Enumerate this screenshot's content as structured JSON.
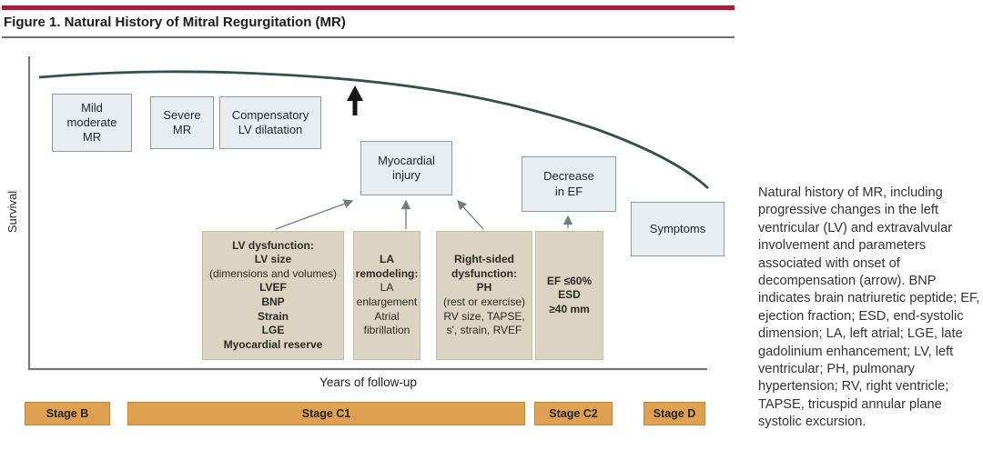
{
  "figure": {
    "title": "Figure 1. Natural History of Mitral Regurgitation (MR)",
    "accent_color": "#a32038",
    "curve_color": "#34504e",
    "stage_bar_color": "#e0a052"
  },
  "axes": {
    "y_label": "Survival",
    "x_label": "Years of follow-up"
  },
  "boxes": {
    "mild_moderate_mr": "Mild\nmoderate\nMR",
    "severe_mr": "Severe\nMR",
    "compensatory": "Compensatory\nLV dilatation",
    "myocardial_injury": "Myocardial\ninjury",
    "decrease_in_ef": "Decrease\nin EF",
    "symptoms": "Symptoms"
  },
  "panels": {
    "lv_dysfunction": {
      "bold1": "LV dysfunction:\nLV size",
      "regular1": "(dimensions and volumes)",
      "bold2": "LVEF\nBNP\nStrain\nLGE\nMyocardial reserve"
    },
    "la_remodeling": {
      "bold1": "LA\nremodeling:",
      "regular1": "LA\nenlargement\nAtrial\nfibrillation"
    },
    "right_sided": {
      "bold1": "Right-sided\ndysfunction:\nPH",
      "regular1": "(rest or exercise)\nRV size, TAPSE,\ns', strain, RVEF"
    },
    "ef_esd": {
      "bold1": "EF ≤60%\nESD\n≥40 mm"
    }
  },
  "stages": [
    {
      "label": "Stage B"
    },
    {
      "label": "Stage C1"
    },
    {
      "label": "Stage C2"
    },
    {
      "label": "Stage D"
    }
  ],
  "caption": "Natural history of MR, including progressive changes in the left ventricular (LV) and extravalvular involvement and parameters associated with onset of decompensation (arrow). BNP indicates brain natriuretic peptide; EF, ejection fraction; ESD, end-systolic dimension; LA, left atrial; LGE, late gadolinium enhancement; LV, left ventricular; PH, pulmonary hypertension; RV, right ventricle; TAPSE, tricuspid annular plane systolic excursion."
}
